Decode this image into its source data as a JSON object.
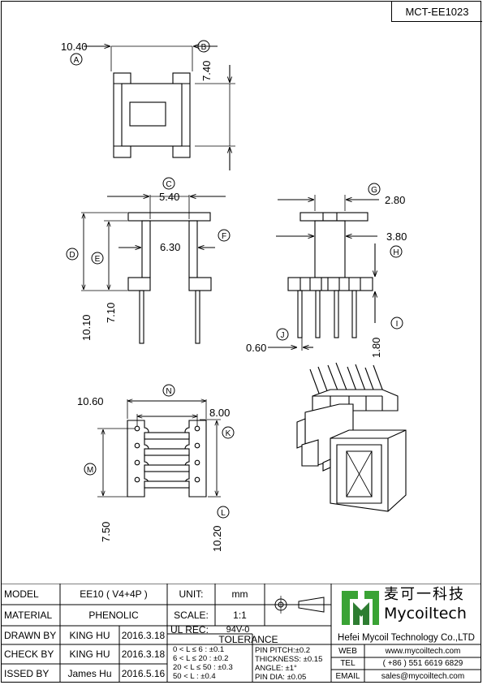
{
  "doc_number": "MCT-EE1023",
  "dims": {
    "a": "10.40",
    "b": "7.40",
    "c": "5.40",
    "d": "10.10",
    "e": "7.10",
    "f": "6.30",
    "g": "2.80",
    "h": "3.80",
    "i": "1.80",
    "j": "0.60",
    "n": "10.60",
    "k": "8.00",
    "m": "7.50",
    "l": "10.20"
  },
  "labels": {
    "A": "A",
    "B": "B",
    "C": "C",
    "D": "D",
    "E": "E",
    "F": "F",
    "G": "G",
    "H": "H",
    "I": "I",
    "J": "J",
    "K": "K",
    "L": "L",
    "M": "M",
    "N": "N"
  },
  "titleblock": {
    "model_label": "MODEL",
    "model_value": "EE10 ( V4+4P )",
    "material_label": "MATERIAL",
    "material_value": "PHENOLIC",
    "drawn_label": "DRAWN BY",
    "drawn_name": "KING HU",
    "drawn_date": "2016.3.18",
    "check_label": "CHECK BY",
    "check_name": "KING HU",
    "check_date": "2016.3.18",
    "issued_label": "ISSED BY",
    "issued_name": "James Hu",
    "issued_date": "2016.5.16",
    "unit_label": "UNIT:",
    "unit_value": "mm",
    "scale_label": "SCALE:",
    "scale_value": "1:1",
    "ulrec_label": "UL REC:",
    "ulrec_value": "94V-0",
    "tolerance_label": "TOLERANCE",
    "tol_1": "0 < L ≤ 6 :  ±0.1",
    "tol_2": "6 < L ≤ 20 :  ±0.2",
    "tol_3": "20 < L ≤ 50 :  ±0.3",
    "tol_4": "50 < L :  ±0.4",
    "tol_5": "PIN PITCH:±0.2",
    "tol_6": "THICKNESS: ±0.15",
    "tol_7": "ANGLE: ±1°",
    "tol_8": "PIN DIA: ±0.05",
    "company_cn": "麦可一科技",
    "company_brand": "Mycoiltech",
    "company_name": "Hefei Mycoil Technology Co.,LTD",
    "web_label": "WEB",
    "web_value": "www.mycoiltech.com",
    "tel_label": "TEL",
    "tel_value": "( +86 ) 551 6619 6829",
    "email_label": "EMAIL",
    "email_value": "sales@mycoiltech.com"
  },
  "colors": {
    "logo_green": "#3aa335",
    "logo_dark": "#2e7d32"
  }
}
